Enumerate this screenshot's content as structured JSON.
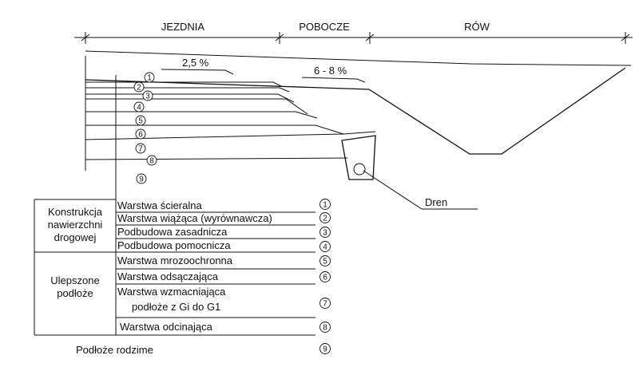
{
  "header": {
    "jezdnia": "JEZDNIA",
    "pobocze": "POBOCZE",
    "row": "RÓW"
  },
  "slopes": {
    "road": "2,5 %",
    "shoulder": "6 - 8 %"
  },
  "drain": "Dren",
  "layer_numbers": [
    "1",
    "2",
    "3",
    "4",
    "5",
    "6",
    "7",
    "8",
    "9"
  ],
  "groups": {
    "pavement": [
      "Konstrukcja",
      "nawierzchni",
      "drogowej"
    ],
    "improved": [
      "Ulepszone",
      "podłoże"
    ]
  },
  "layers": {
    "l1": "Warstwa ścieralna",
    "l2": "Warstwa wiążąca (wyrównawcza)",
    "l3": "Podbudowa zasadnicza",
    "l4": "Podbudowa pomocnicza",
    "l5": "Warstwa mrozoochronna",
    "l6": "Warstwa odsączająca",
    "l7a": "Warstwa wzmacniająca",
    "l7b": "podłoże z Gi do G1",
    "l8": "Warstwa odcinająca",
    "l9": "Podłoże rodzime"
  }
}
